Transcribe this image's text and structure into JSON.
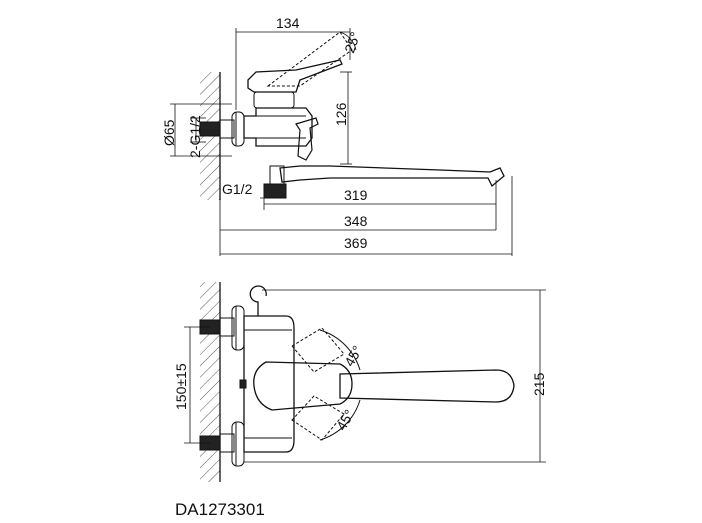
{
  "side_view": {
    "dims": {
      "d134": "134",
      "a25": "25°",
      "d126": "126",
      "dia65": "Ø65",
      "thread": "2-G1/2",
      "g12": "G1/2",
      "d319": "319",
      "d348": "348",
      "d369": "369"
    }
  },
  "top_view": {
    "dims": {
      "a45_top": "45°",
      "a45_bottom": "45°",
      "d150": "150±15",
      "d215": "215"
    }
  },
  "model_number": "DA1273301",
  "colors": {
    "line": "#111111",
    "background": "#ffffff"
  }
}
